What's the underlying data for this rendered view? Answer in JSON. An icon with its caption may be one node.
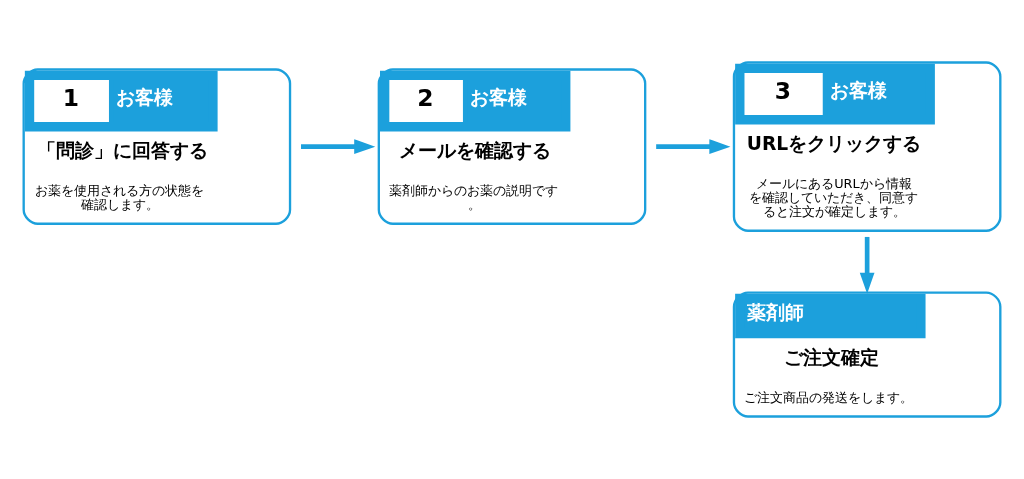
{
  "diagram": {
    "nodes": [
      {
        "text": [
          "1",
          "お客様",
          "「問診」に回答する",
          "お薬を使用される方の状態を確認します。"
        ]
      },
      {
        "text": [
          "2",
          "お客様",
          "メールを確認する",
          "薬剤師からのお薬の説明です。"
        ]
      },
      {
        "text": [
          "3",
          "お客様",
          "URLをクリックする",
          "メールにあるURLから情報を確認していただき、同意すると注文が確定します。"
        ]
      },
      {
        "text": [
          "薬剤師",
          "ご注文確定",
          "ご注文商品の発送をします。"
        ]
      }
    ],
    "edges": [
      {
        "from": 0,
        "to": 1,
        "arrow": "to"
      },
      {
        "from": 1,
        "to": 2,
        "arrow": "to"
      },
      {
        "from": 2,
        "to": 3,
        "arrow": "to"
      }
    ]
  }
}
